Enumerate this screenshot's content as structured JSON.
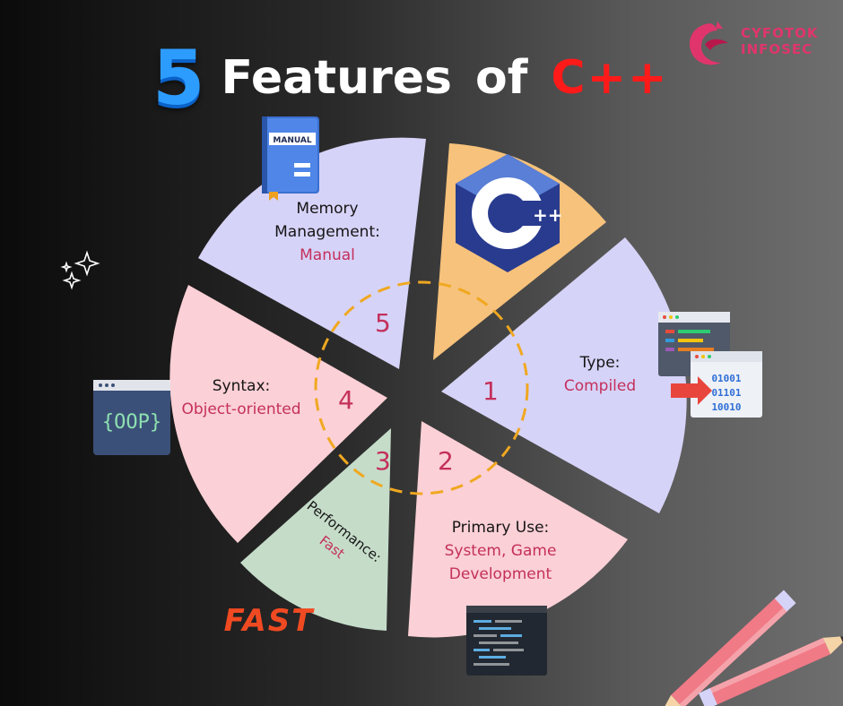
{
  "title": {
    "number": "5",
    "word": "Features",
    "of": "of",
    "lang": "C++"
  },
  "brand": {
    "line1": "CYFOTOK",
    "line2": "INFOSEC"
  },
  "features": [
    {
      "num": "1",
      "key": "Type:",
      "value": "Compiled"
    },
    {
      "num": "2",
      "key": "Primary Use:",
      "value_line1": "System, Game",
      "value_line2": "Development"
    },
    {
      "num": "3",
      "key": "Performance:",
      "value": "Fast"
    },
    {
      "num": "4",
      "key": "Syntax:",
      "value": "Object-oriented"
    },
    {
      "num": "5",
      "key_line1": "Memory",
      "key_line2": "Management:",
      "value": "Manual"
    }
  ],
  "icons": {
    "manual_book_label": "MANUAL",
    "oop_label": "{OOP}",
    "fast_label": "FAST",
    "cpp_logo_label": "++"
  },
  "colors": {
    "lavender": "#d6d3f8",
    "pink": "#fbd0d6",
    "mint": "#c5dcc9",
    "orange": "#f7c27b",
    "accent_text": "#c4305c",
    "dashed_circle": "#f0a820"
  }
}
